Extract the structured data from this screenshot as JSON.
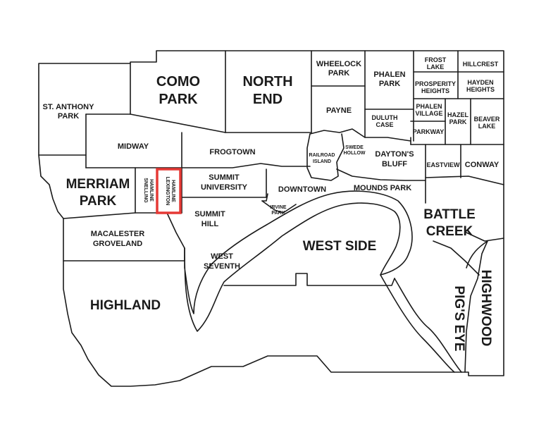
{
  "map": {
    "highlight_color": "#e53935",
    "line_color": "#1a1a1a",
    "highlighted": "LEXINGTON HAMLINE",
    "labels": {
      "como_1": "COMO",
      "como_2": "PARK",
      "north_1": "NORTH",
      "north_2": "END",
      "wheelock_1": "WHEELOCK",
      "wheelock_2": "PARK",
      "phalen_park_1": "PHALEN",
      "phalen_park_2": "PARK",
      "frost_1": "FROST",
      "frost_2": "LAKE",
      "hillcrest": "HILLCREST",
      "prosperity_1": "PROSPERITY",
      "prosperity_2": "HEIGHTS",
      "hayden_1": "HAYDEN",
      "hayden_2": "HEIGHTS",
      "st_anthony_1": "ST. ANTHONY",
      "st_anthony_2": "PARK",
      "payne": "PAYNE",
      "duluth_1": "DULUTH",
      "duluth_2": "CASE",
      "phalen_village_1": "PHALEN",
      "phalen_village_2": "VILLAGE",
      "hazel_1": "HAZEL",
      "hazel_2": "PARK",
      "beaver_1": "BEAVER",
      "beaver_2": "LAKE",
      "parkway": "PARKWAY",
      "midway": "MIDWAY",
      "frogtown": "FROGTOWN",
      "railroad_1": "RAILROAD",
      "railroad_2": "ISLAND",
      "swede_1": "SWEDE",
      "swede_2": "HOLLOW",
      "daytons_1": "DAYTON'S",
      "daytons_2": "BLUFF",
      "eastview": "EASTVIEW",
      "conway": "CONWAY",
      "merriam_1": "MERRIAM",
      "merriam_2": "PARK",
      "snelling_1": "SNELLING",
      "snelling_2": "HAMLINE",
      "lexington_1": "LEXINGTON",
      "lexington_2": "HAMLINE",
      "summit_u_1": "SUMMIT",
      "summit_u_2": "UNIVERSITY",
      "downtown": "DOWNTOWN",
      "mounds": "MOUNDS PARK",
      "battle_1": "BATTLE",
      "battle_2": "CREEK",
      "summit_hill_1": "SUMMIT",
      "summit_hill_2": "HILL",
      "irvine_1": "IRVINE",
      "irvine_2": "PARK",
      "macalester_1": "MACALESTER",
      "macalester_2": "GROVELAND",
      "west_side": "WEST SIDE",
      "west_seventh_1": "WEST",
      "west_seventh_2": "SEVENTH",
      "highland": "HIGHLAND",
      "pigs_eye": "PIG'S EYE",
      "highwood": "HIGHWOOD"
    }
  }
}
